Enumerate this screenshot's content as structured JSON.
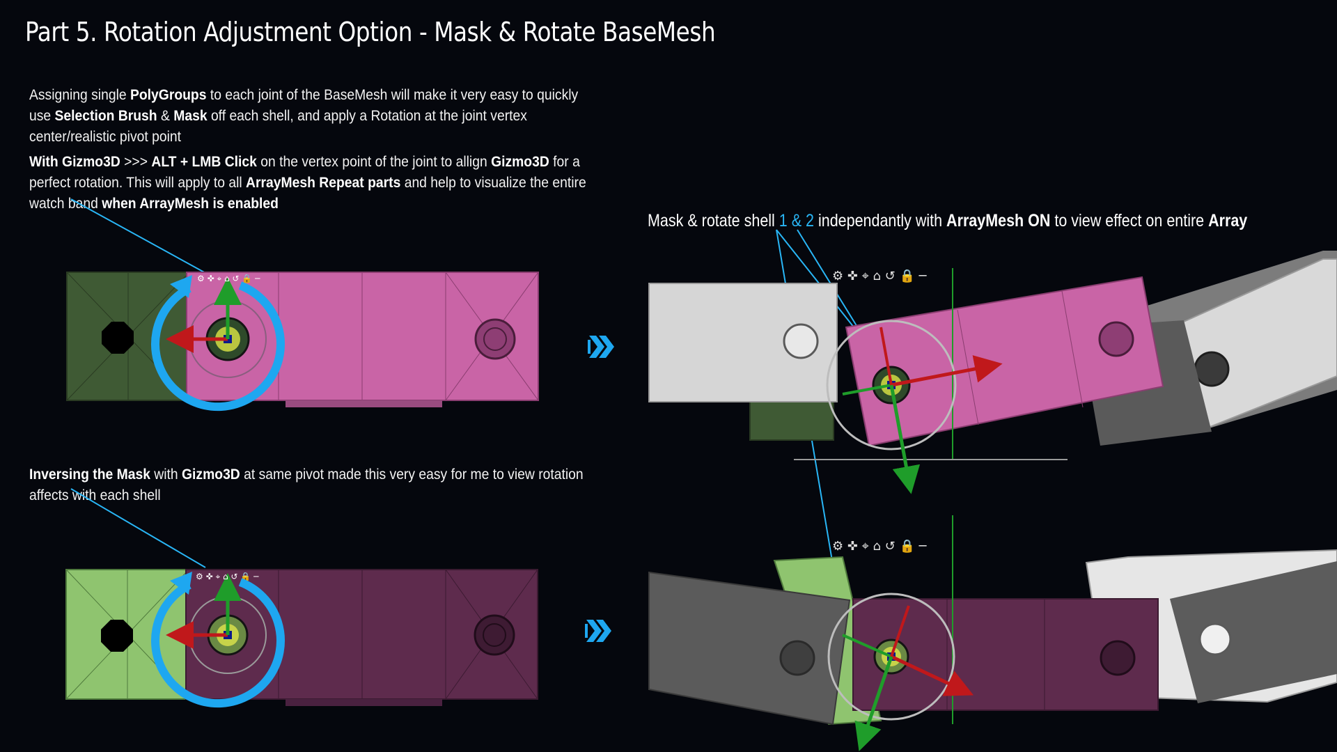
{
  "title": "Part 5. Rotation Adjustment Option - Mask & Rotate BaseMesh",
  "para1": {
    "t1": "Assigning single ",
    "b1": "PolyGroups",
    "t2": " to each joint of the BaseMesh will make it very easy to quickly use ",
    "b2": "Selection Brush",
    "t3": " & ",
    "b3": "Mask",
    "t4": " off each shell, and apply a Rotation at the joint vertex center/realistic pivot point"
  },
  "para2": {
    "b1": "With Gizmo3D",
    "t1": " >>> ",
    "b2": "ALT + LMB Click",
    "t2": " on the vertex point of the joint to allign ",
    "b3": "Gizmo3D",
    "t3": " for a perfect rotation. This will apply to all ",
    "b4": "ArrayMesh Repeat parts",
    "t4": " and help to visualize the entire watch band ",
    "b5": "when ArrayMesh is enabled"
  },
  "para3": {
    "b1": "Inversing the Mask",
    "t1": " with ",
    "b2": "Gizmo3D",
    "t2": " at same pivot made this very easy for me to view rotation affects with each shell"
  },
  "right_caption": {
    "t1": "Mask & rotate shell ",
    "h1": "1 & 2",
    "t2": " independantly with ",
    "b1": "ArrayMesh ON",
    "t3": " to view effect on entire ",
    "b2": "Array"
  },
  "colors": {
    "accent": "#29b6f6",
    "pink": "#c964a6",
    "dark_green": "#3f5a34",
    "light_green": "#8fc46f",
    "dark_purple": "#5e2b4d",
    "gray_light": "#d9d9d9",
    "gray_dark": "#555555"
  },
  "icons": [
    "gear-icon",
    "pin-icon",
    "location-icon",
    "home-icon",
    "reset-icon",
    "lock-icon",
    "minus-icon",
    "forward-arrow-icon",
    "rotate-arrow-icon"
  ]
}
